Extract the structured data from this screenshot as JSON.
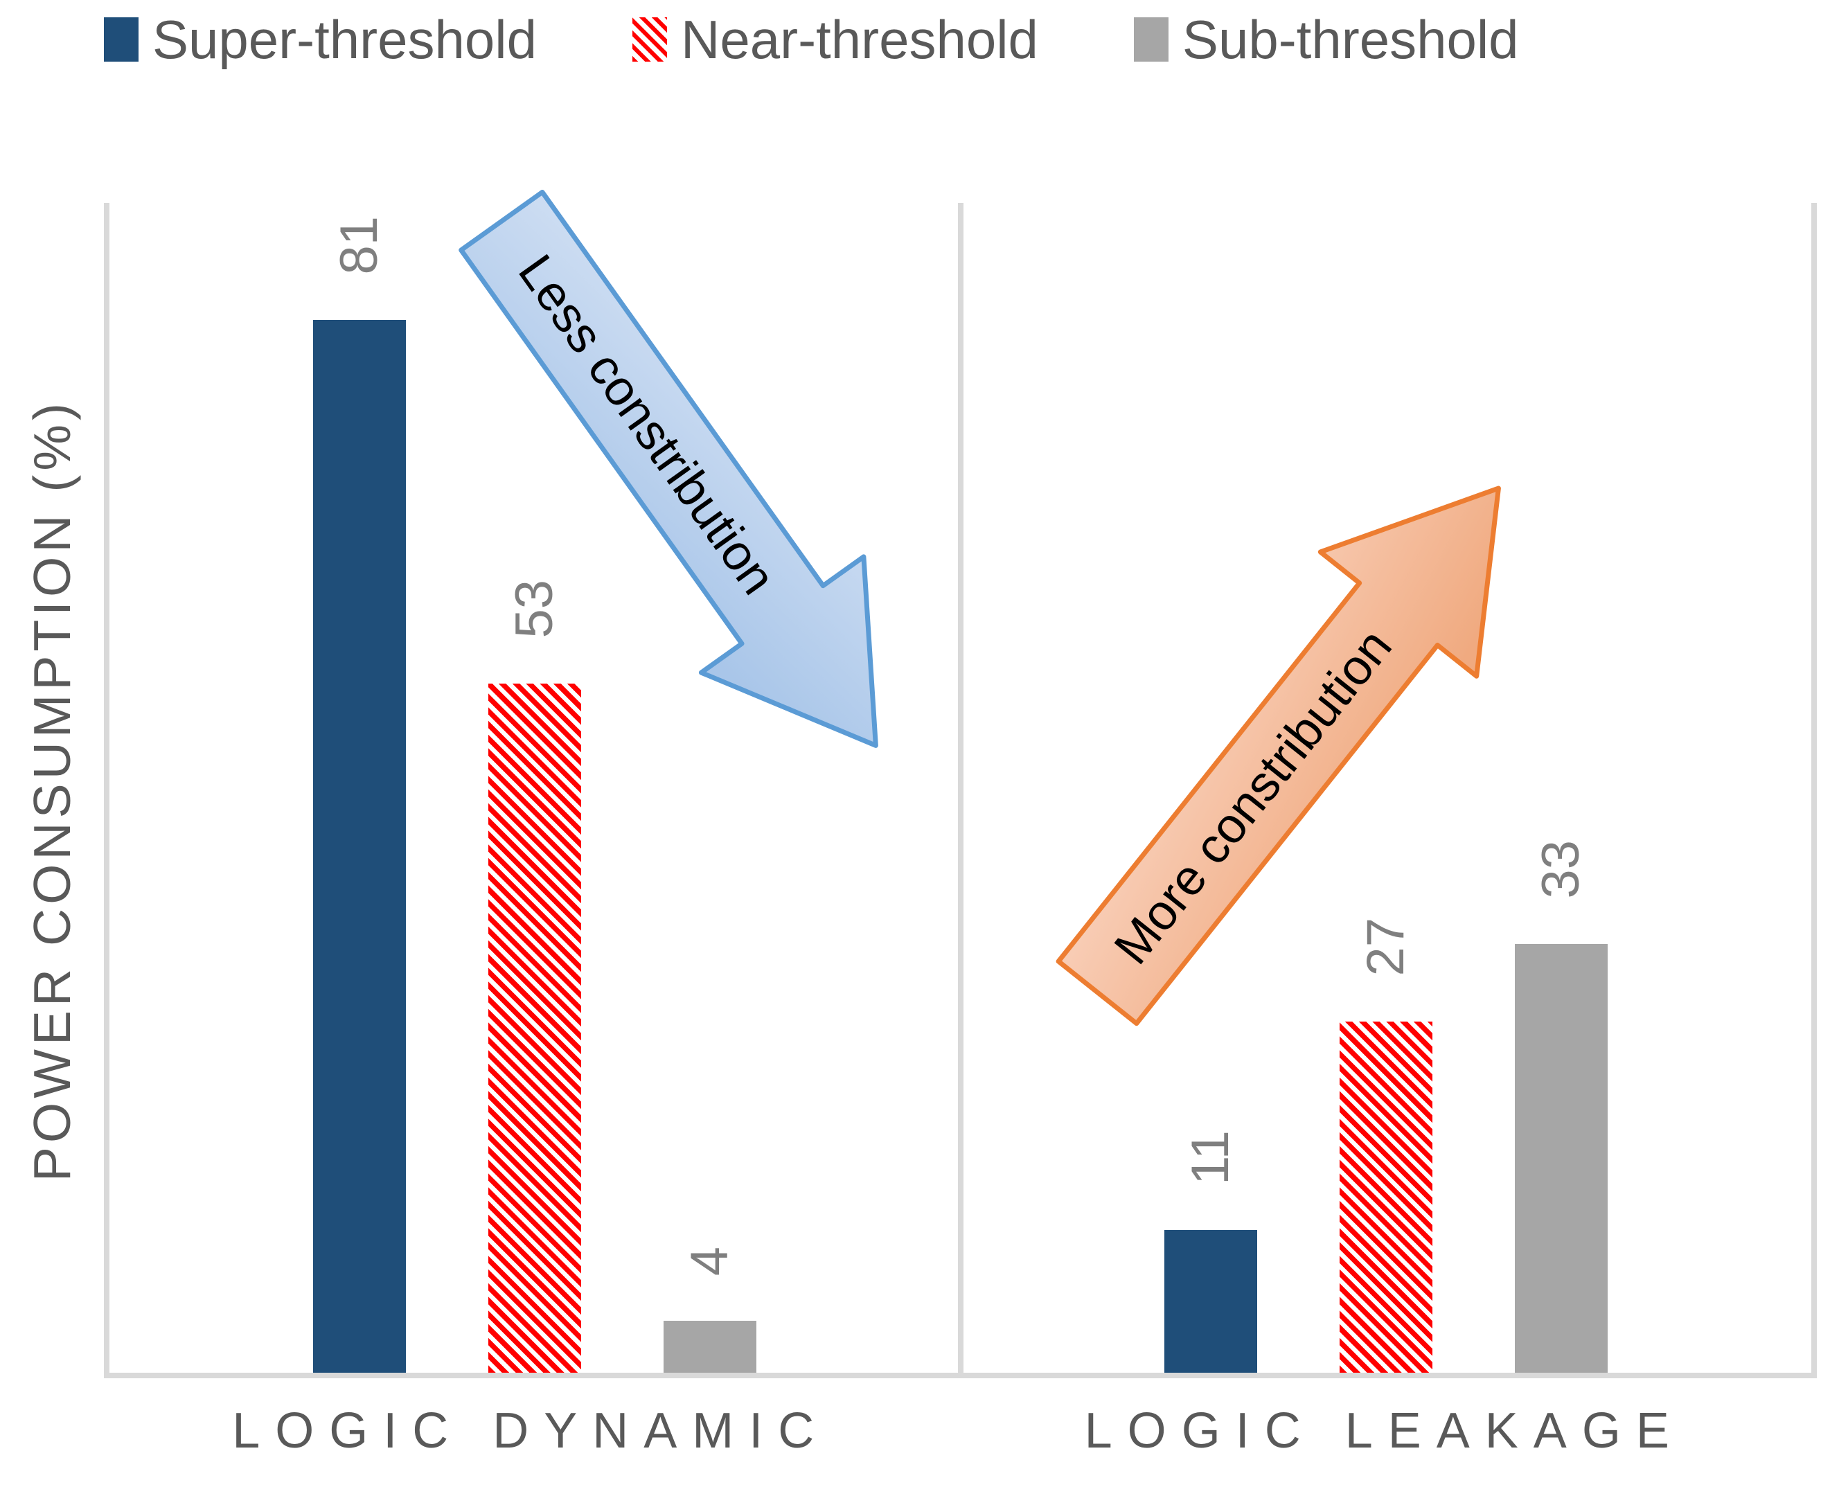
{
  "legend": {
    "items": [
      {
        "label": "Super-threshold",
        "series": "super"
      },
      {
        "label": "Near-threshold",
        "series": "near"
      },
      {
        "label": "Sub-threshold",
        "series": "sub"
      }
    ]
  },
  "chart_data": {
    "type": "bar",
    "categories": [
      "LOGIC DYNAMIC",
      "LOGIC LEAKAGE"
    ],
    "series": [
      {
        "name": "Super-threshold",
        "values": [
          81,
          11
        ]
      },
      {
        "name": "Near-threshold",
        "values": [
          53,
          27
        ]
      },
      {
        "name": "Sub-threshold",
        "values": [
          4,
          33
        ]
      }
    ],
    "title": "",
    "xlabel": "",
    "ylabel": "POWER CONSUMPTION (%)",
    "ylim": [
      0,
      90
    ],
    "grid": false,
    "legend_position": "top",
    "data_labels": "outside-end, rotated 90deg counterclockwise"
  },
  "annotations": {
    "less_arrow": {
      "text": "Less constribution",
      "direction": "down-right"
    },
    "more_arrow": {
      "text": "More constribution",
      "direction": "up-right"
    }
  },
  "colors": {
    "super_bar": "#1F4E79",
    "near_stripe": "#FF0000",
    "sub_bar": "#A6A6A6",
    "axis_line": "#D9D9D9",
    "data_label_text": "#7F7F7F",
    "gray_text": "#595959",
    "blue_arrow_border": "#5B9BD5",
    "orange_arrow_border": "#ED7D31"
  }
}
